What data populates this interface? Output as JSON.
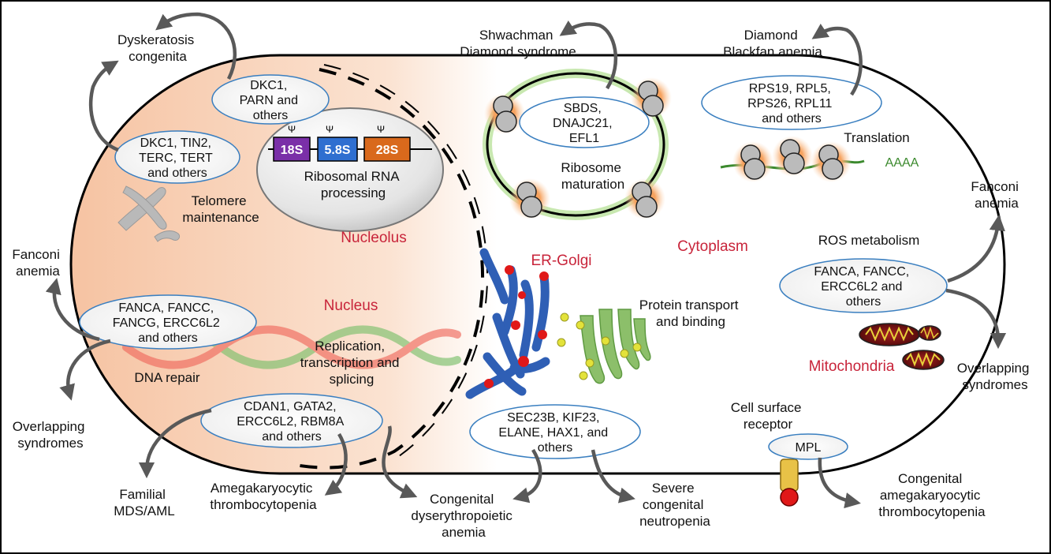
{
  "compartments": {
    "nucleolus": "Nucleolus",
    "nucleus": "Nucleus",
    "cytoplasm": "Cytoplasm",
    "er_golgi": "ER-Golgi",
    "mitochondria": "Mitochondria"
  },
  "processes": {
    "telomere": [
      "Telomere",
      "maintenance"
    ],
    "rrna": [
      "Ribosomal RNA",
      "processing"
    ],
    "ribosome": [
      "Ribosome",
      "maturation"
    ],
    "translation": "Translation",
    "polya": "AAAA",
    "dna_repair": "DNA repair",
    "replication": [
      "Replication,",
      "transcription and",
      "splicing"
    ],
    "protein_transport": [
      "Protein transport",
      "and binding"
    ],
    "ros": "ROS metabolism",
    "cell_surface": [
      "Cell surface",
      "receptor"
    ]
  },
  "rrna_boxes": [
    "18S",
    "5.8S",
    "28S"
  ],
  "psi_symbol": "Ψ",
  "gene_groups": {
    "dkc1_parn": [
      "DKC1,",
      "PARN and",
      "others"
    ],
    "telomere_genes": [
      "DKC1, TIN2,",
      "TERC, TERT",
      "and others"
    ],
    "sbds": [
      "SBDS,",
      "DNAJC21,",
      "EFL1"
    ],
    "rps": [
      "RPS19, RPL5,",
      "RPS26, RPL11",
      "and others"
    ],
    "fanc_nucleus": [
      "FANCA, FANCC,",
      "FANCG, ERCC6L2",
      "and others"
    ],
    "cdan": [
      "CDAN1, GATA2,",
      "ERCC6L2, RBM8A",
      "and others"
    ],
    "sec23b": [
      "SEC23B, KIF23,",
      "ELANE, HAX1, and",
      "others"
    ],
    "fanc_mito": [
      "FANCA, FANCC,",
      "ERCC6L2 and",
      "others"
    ],
    "mpl": [
      "MPL"
    ]
  },
  "diseases": {
    "dyskeratosis": [
      "Dyskeratosis",
      "congenita"
    ],
    "shwachman": [
      "Shwachman",
      "Diamond syndrome"
    ],
    "diamond_blackfan": [
      "Diamond",
      "Blackfan anemia"
    ],
    "fanconi_left": [
      "Fanconi",
      "anemia"
    ],
    "fanconi_right": [
      "Fanconi",
      "anemia"
    ],
    "overlapping_left": [
      "Overlapping",
      "syndromes"
    ],
    "overlapping_right": [
      "Overlapping",
      "syndromes"
    ],
    "familial_mds": [
      "Familial",
      "MDS/AML"
    ],
    "amegakaryocytic": [
      "Amegakaryocytic",
      "thrombocytopenia"
    ],
    "cda": [
      "Congenital",
      "dyserythropoietic",
      "anemia"
    ],
    "neutropenia": [
      "Severe",
      "congenital",
      "neutropenia"
    ],
    "congenital_amega": [
      "Congenital",
      "amegakaryocytic",
      "thrombocytopenia"
    ]
  },
  "colors": {
    "disease_red": "#c8243a",
    "ellipse_stroke": "#3a7fc0",
    "nucleus_fill": "#f8cdb0",
    "er_blue": "#2f5fb5",
    "golgi_green": "#8cbf6a",
    "rrna_18s": "#7a2fa8",
    "rrna_58s": "#2f6fd0",
    "rrna_28s": "#d9691c"
  }
}
